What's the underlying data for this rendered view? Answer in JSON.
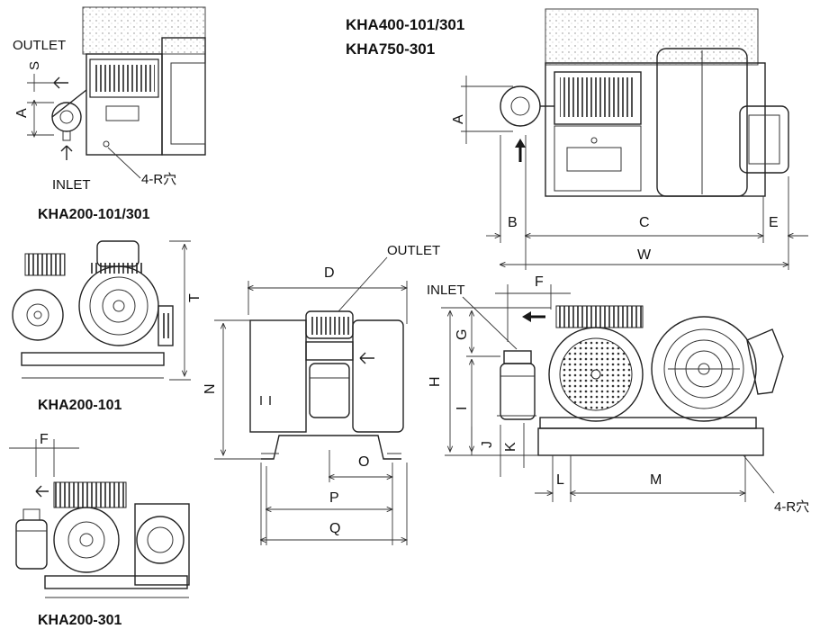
{
  "models": {
    "top_left": "KHA200-101/301",
    "top_right_1": "KHA400-101/301",
    "top_right_2": "KHA750-301",
    "mid_left": "KHA200-101",
    "bottom_left": "KHA200-301"
  },
  "ports": {
    "outlet": "OUTLET",
    "inlet": "INLET",
    "mount_holes": "4-R穴"
  },
  "dimensions": {
    "A": "A",
    "S": "S",
    "T": "T",
    "F": "F",
    "B": "B",
    "C": "C",
    "E": "E",
    "W": "W",
    "D": "D",
    "N": "N",
    "O": "O",
    "P": "P",
    "Q": "Q",
    "G": "G",
    "H": "H",
    "I": "I",
    "J": "J",
    "K": "K",
    "L": "L",
    "M": "M"
  }
}
